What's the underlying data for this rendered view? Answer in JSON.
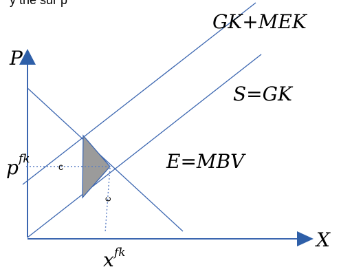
{
  "diagram": {
    "top_text": "y the sur  p",
    "axis": {
      "y_label": "P",
      "x_label": "X",
      "y_level_base": "p",
      "y_level_sup": "fk",
      "x_level_base": "x",
      "x_level_sup": "fk"
    },
    "curves": {
      "upper_supply": "GK+MEK",
      "supply": "S=GK",
      "demand": "E=MBV"
    },
    "markers": {
      "horizontal_c": "c",
      "vertical_c": "c"
    },
    "colors": {
      "line_blue": "#3b66b0",
      "axis_blue": "#2e5fa8",
      "shade_gray": "#9b9b9b",
      "dotted_blue": "#5b7ec4"
    }
  }
}
